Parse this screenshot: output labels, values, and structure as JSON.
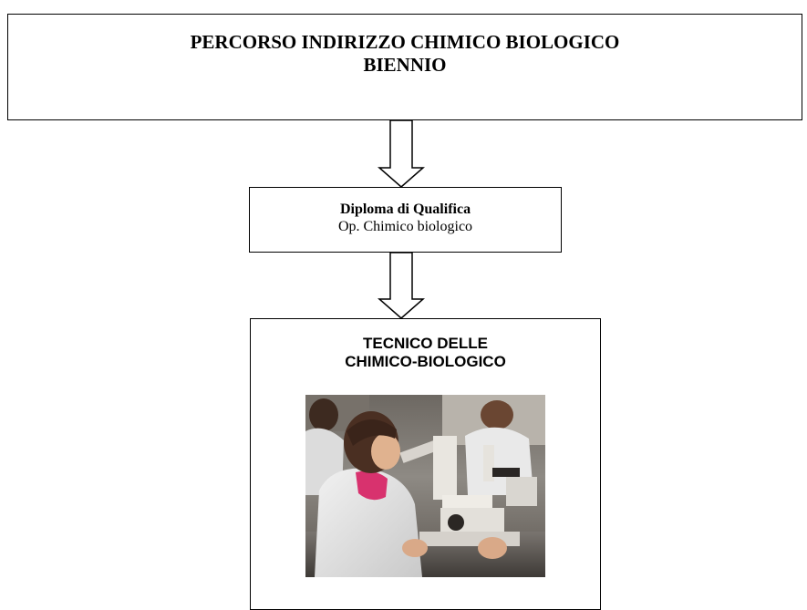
{
  "top": {
    "line1": "PERCORSO INDIRIZZO CHIMICO BIOLOGICO",
    "line2": "BIENNIO"
  },
  "qualifica": {
    "title": "Diploma di Qualifica",
    "subtitle": "Op. Chimico biologico"
  },
  "tecnico": {
    "line1": "TECNICO DELLE",
    "line2": "CHIMICO-BIOLOGICO"
  },
  "photo": {
    "description_icon": "photo-lab-students-microscope"
  },
  "colors": {
    "border": "#000000",
    "background": "#ffffff"
  }
}
